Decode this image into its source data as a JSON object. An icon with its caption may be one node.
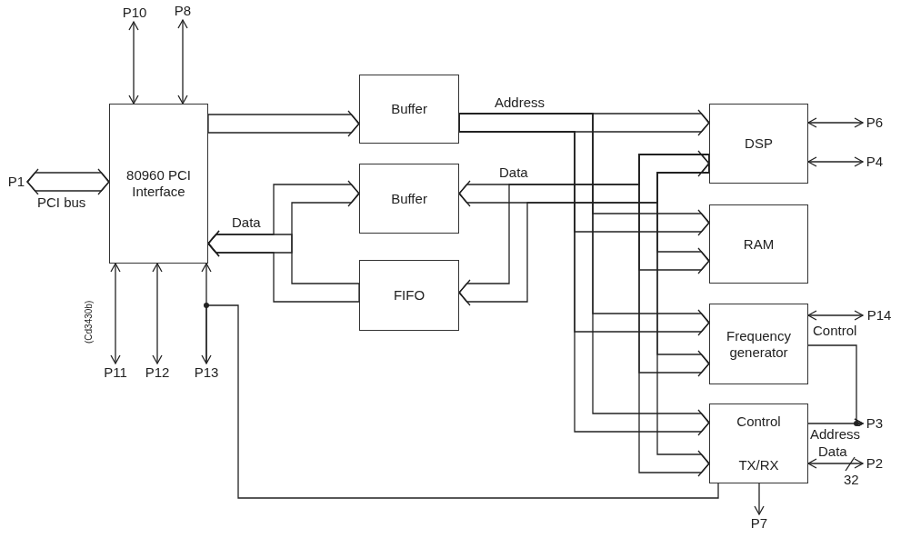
{
  "diagram": {
    "nodes": [
      {
        "text": [
          "P10"
        ]
      },
      {
        "text": [
          "P8"
        ]
      },
      {
        "text": [
          "P1"
        ]
      },
      {
        "text": [
          "80960 PCI Interface"
        ]
      },
      {
        "text": [
          "Buffer"
        ]
      },
      {
        "text": [
          "Buffer"
        ]
      },
      {
        "text": [
          "FIFO"
        ]
      },
      {
        "text": [
          "DSP"
        ]
      },
      {
        "text": [
          "RAM"
        ]
      },
      {
        "text": [
          "Frequency generator"
        ]
      },
      {
        "text": [
          "Control",
          "TX/RX"
        ]
      },
      {
        "text": [
          "P11"
        ]
      },
      {
        "text": [
          "P12"
        ]
      },
      {
        "text": [
          "P13"
        ]
      },
      {
        "text": [
          "P6"
        ]
      },
      {
        "text": [
          "P4"
        ]
      },
      {
        "text": [
          "P14"
        ]
      },
      {
        "text": [
          "P3"
        ]
      },
      {
        "text": [
          "P2"
        ]
      },
      {
        "text": [
          "P7"
        ]
      }
    ],
    "edges": [
      {
        "from": 0,
        "to": 3,
        "arrow": "both"
      },
      {
        "from": 1,
        "to": 3,
        "arrow": "both"
      },
      {
        "from": 2,
        "to": 3,
        "arrow": "both",
        "label": "PCI bus"
      },
      {
        "from": 3,
        "to": 4,
        "arrow": "to"
      },
      {
        "from": 4,
        "to": 7,
        "arrow": "to",
        "label": "Address"
      },
      {
        "from": 4,
        "to": 8,
        "arrow": "to"
      },
      {
        "from": 4,
        "to": 9,
        "arrow": "to"
      },
      {
        "from": 4,
        "to": 10,
        "arrow": "to"
      },
      {
        "from": 7,
        "to": 5,
        "arrow": "both",
        "label": "Data"
      },
      {
        "from": 7,
        "to": 6,
        "arrow": "to"
      },
      {
        "from": 7,
        "to": 8,
        "arrow": "to"
      },
      {
        "from": 7,
        "to": 9,
        "arrow": "to"
      },
      {
        "from": 7,
        "to": 10,
        "arrow": "to"
      },
      {
        "from": 5,
        "to": 3,
        "arrow": "both",
        "label": "Data"
      },
      {
        "from": 6,
        "to": 3,
        "arrow": "to"
      },
      {
        "from": 3,
        "to": 11,
        "arrow": "both"
      },
      {
        "from": 3,
        "to": 12,
        "arrow": "both"
      },
      {
        "from": 3,
        "to": 13,
        "arrow": "both"
      },
      {
        "from": 7,
        "to": 14,
        "arrow": "both"
      },
      {
        "from": 7,
        "to": 15,
        "arrow": "both"
      },
      {
        "from": 9,
        "to": 16,
        "arrow": "both"
      },
      {
        "from": 10,
        "to": 17,
        "arrow": "to",
        "label": "Address"
      },
      {
        "from": 10,
        "to": 18,
        "arrow": "both",
        "label": "Data"
      },
      {
        "from": 9,
        "to": 17,
        "arrow": "to",
        "label": "Control"
      },
      {
        "from": 10,
        "to": 13,
        "arrow": "none"
      },
      {
        "from": 10,
        "to": 19,
        "arrow": "to"
      }
    ],
    "labels": [
      "(Cd3430b)",
      "32"
    ]
  }
}
